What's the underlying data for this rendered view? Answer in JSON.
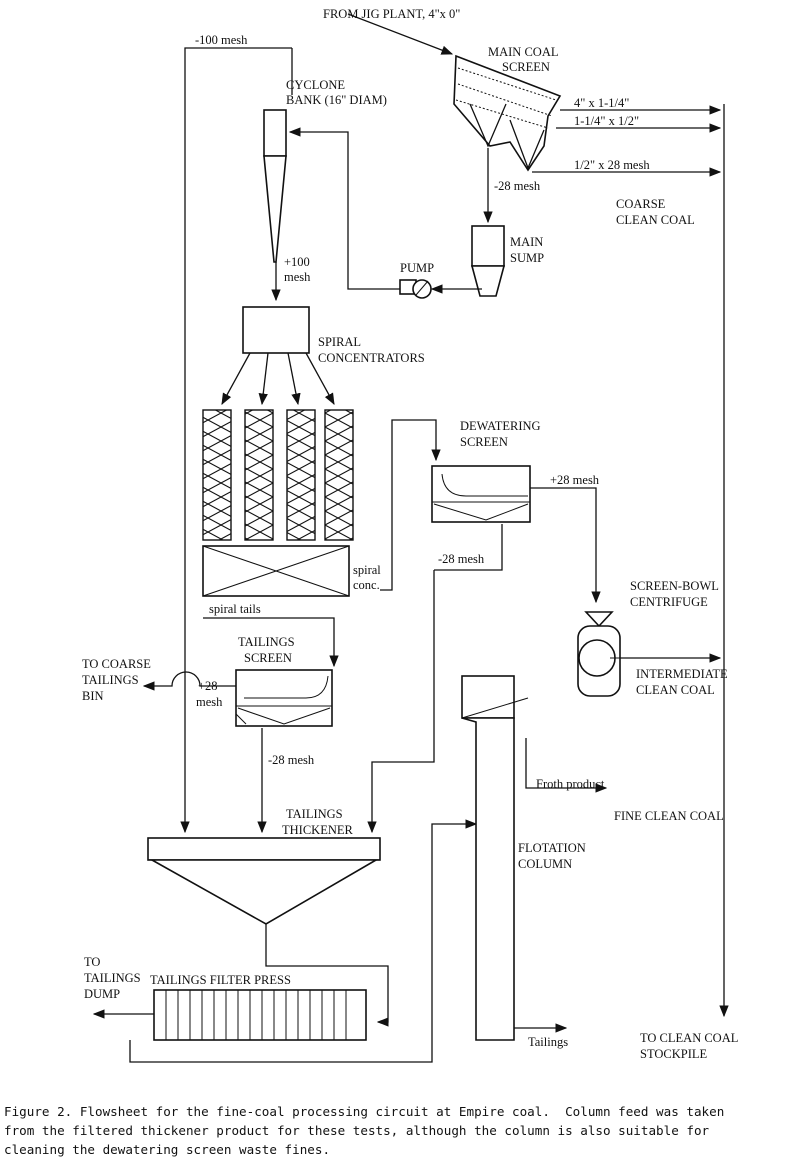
{
  "diagram": {
    "labels": {
      "feed": "FROM JIG PLANT, 4\"x 0\"",
      "minus100": "-100 mesh",
      "main_screen_1": "MAIN COAL",
      "main_screen_2": "SCREEN",
      "cyclone_1": "CYCLONE",
      "cyclone_2": "BANK (16\" DIAM)",
      "size_1": "4\" x 1-1/4\"",
      "size_2": "1-1/4\" x 1/2\"",
      "size_3": "1/2\" x 28 mesh",
      "minus28_main": "-28 mesh",
      "coarse_1": "COARSE",
      "coarse_2": "CLEAN COAL",
      "sump_1": "MAIN",
      "sump_2": "SUMP",
      "plus100_1": "+100",
      "plus100_2": "mesh",
      "pump": "PUMP",
      "spiral_1": "SPIRAL",
      "spiral_2": "CONCENTRATORS",
      "dewater_1": "DEWATERING",
      "dewater_2": "SCREEN",
      "plus28_dw": "+28 mesh",
      "minus28_dw": "-28 mesh",
      "spiral_conc_1": "spiral",
      "spiral_conc_2": "conc.",
      "spiral_tails": "spiral tails",
      "centrifuge_1": "SCREEN-BOWL",
      "centrifuge_2": "CENTRIFUGE",
      "tail_screen_1": "TAILINGS",
      "tail_screen_2": "SCREEN",
      "coarse_bin_1": "TO COARSE",
      "coarse_bin_2": "TAILINGS",
      "coarse_bin_3": "BIN",
      "plus28_ts_1": "+28",
      "plus28_ts_2": "mesh",
      "inter_1": "INTERMEDIATE",
      "inter_2": "CLEAN COAL",
      "minus28_ts": "-28 mesh",
      "froth": "Froth product",
      "fine_clean": "FINE CLEAN COAL",
      "thickener_1": "TAILINGS",
      "thickener_2": "THICKENER",
      "flotation_1": "FLOTATION",
      "flotation_2": "COLUMN",
      "dump_1": "TO",
      "dump_2": "TAILINGS",
      "dump_3": "DUMP",
      "filter_press": "TAILINGS FILTER PRESS",
      "stockpile_1": "TO CLEAN COAL",
      "stockpile_2": "STOCKPILE",
      "tailings": "Tailings"
    }
  },
  "caption": {
    "line1": "Figure 2. Flowsheet for the fine-coal processing circuit at Empire coal.  Column feed was taken",
    "line2": "from the filtered thickener product for these tests, although the column is also suitable for",
    "line3": "cleaning the dewatering screen waste fines."
  }
}
